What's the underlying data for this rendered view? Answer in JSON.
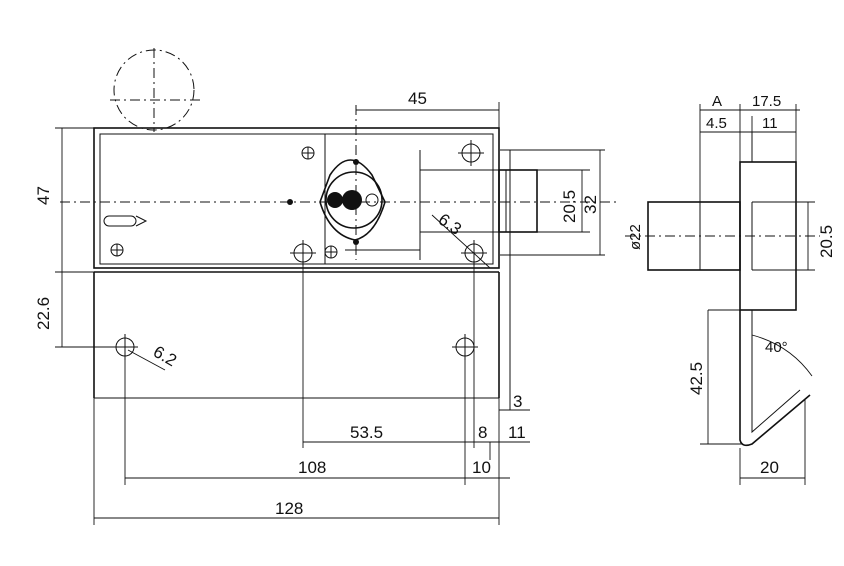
{
  "drawing": {
    "front_view": {
      "dims": {
        "d45": "45",
        "d47": "47",
        "d22_6": "22.6",
        "d20_5": "20.5",
        "d32": "32",
        "d6_3": "6.3",
        "d6_2": "6.2",
        "d53_5": "53.5",
        "d108": "108",
        "d128": "128",
        "d3": "3",
        "d8": "8",
        "d10": "10",
        "d11": "11"
      }
    },
    "side_view": {
      "dims": {
        "dA": "A",
        "d17_5": "17.5",
        "d4_5": "4.5",
        "d11": "11",
        "d22": "ø22",
        "d20_5": "20.5",
        "d42_5": "42.5",
        "d40": "40°",
        "d20": "20"
      }
    }
  }
}
